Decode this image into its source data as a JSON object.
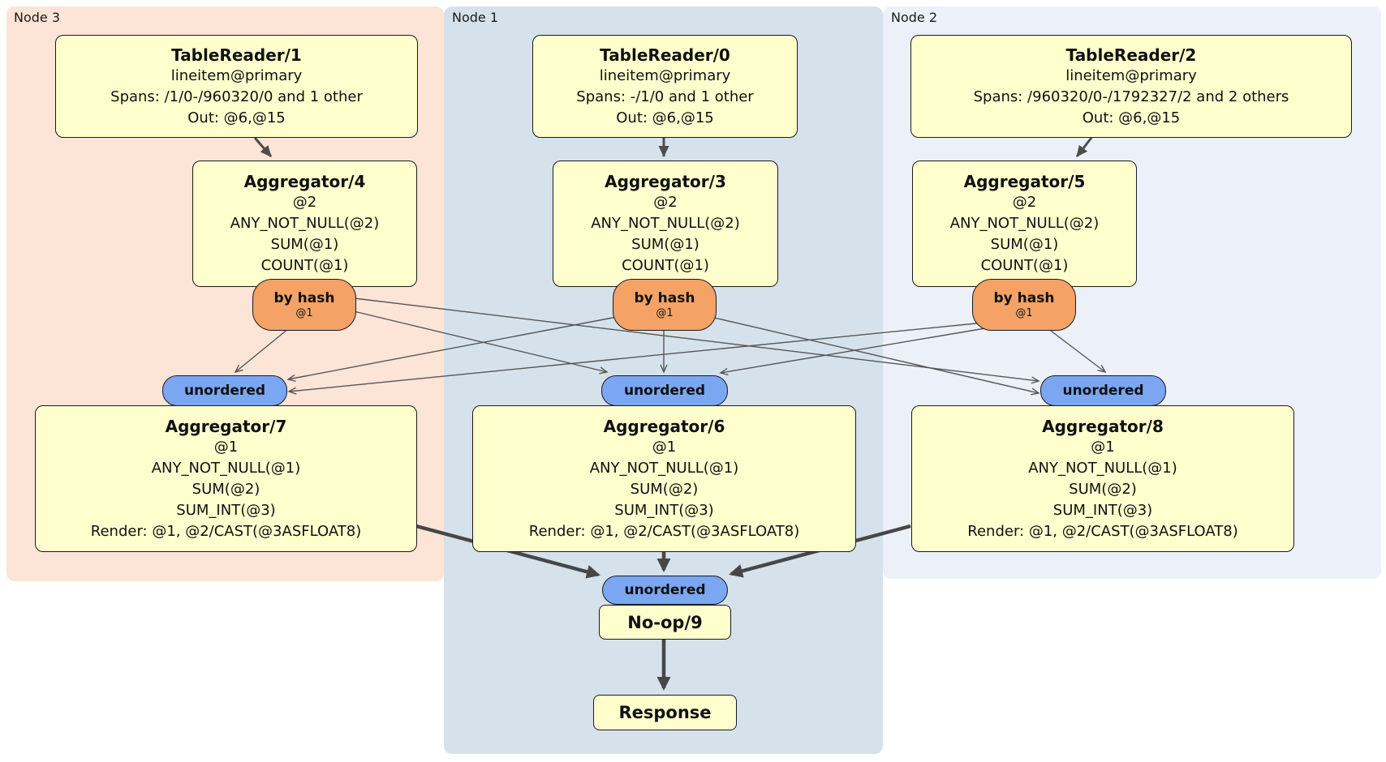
{
  "nodes": [
    {
      "label": "Node 3",
      "tablereader": {
        "title": "TableReader/1",
        "lines": [
          "lineitem@primary",
          "Spans: /1/0-/960320/0 and 1 other",
          "Out: @6,@15"
        ]
      },
      "aggregator_top": {
        "title": "Aggregator/4",
        "lines": [
          "@2",
          "ANY_NOT_NULL(@2)",
          "SUM(@1)",
          "COUNT(@1)"
        ]
      },
      "router": {
        "label": "by hash",
        "detail": "@1"
      },
      "sync": {
        "label": "unordered"
      },
      "aggregator_bottom": {
        "title": "Aggregator/7",
        "lines": [
          "@1",
          "ANY_NOT_NULL(@1)",
          "SUM(@2)",
          "SUM_INT(@3)",
          "Render: @1, @2/CAST(@3ASFLOAT8)"
        ]
      }
    },
    {
      "label": "Node 1",
      "tablereader": {
        "title": "TableReader/0",
        "lines": [
          "lineitem@primary",
          "Spans: -/1/0 and 1 other",
          "Out: @6,@15"
        ]
      },
      "aggregator_top": {
        "title": "Aggregator/3",
        "lines": [
          "@2",
          "ANY_NOT_NULL(@2)",
          "SUM(@1)",
          "COUNT(@1)"
        ]
      },
      "router": {
        "label": "by hash",
        "detail": "@1"
      },
      "sync": {
        "label": "unordered"
      },
      "aggregator_bottom": {
        "title": "Aggregator/6",
        "lines": [
          "@1",
          "ANY_NOT_NULL(@1)",
          "SUM(@2)",
          "SUM_INT(@3)",
          "Render: @1, @2/CAST(@3ASFLOAT8)"
        ]
      }
    },
    {
      "label": "Node 2",
      "tablereader": {
        "title": "TableReader/2",
        "lines": [
          "lineitem@primary",
          "Spans: /960320/0-/1792327/2 and 2 others",
          "Out: @6,@15"
        ]
      },
      "aggregator_top": {
        "title": "Aggregator/5",
        "lines": [
          "@2",
          "ANY_NOT_NULL(@2)",
          "SUM(@1)",
          "COUNT(@1)"
        ]
      },
      "router": {
        "label": "by hash",
        "detail": "@1"
      },
      "sync": {
        "label": "unordered"
      },
      "aggregator_bottom": {
        "title": "Aggregator/8",
        "lines": [
          "@1",
          "ANY_NOT_NULL(@1)",
          "SUM(@2)",
          "SUM_INT(@3)",
          "Render: @1, @2/CAST(@3ASFLOAT8)"
        ]
      }
    }
  ],
  "final": {
    "sync": {
      "label": "unordered"
    },
    "noop": {
      "title": "No-op/9"
    },
    "response": {
      "title": "Response"
    }
  },
  "edges": [
    {
      "from": "TableReader/1",
      "to": "Aggregator/4"
    },
    {
      "from": "TableReader/0",
      "to": "Aggregator/3"
    },
    {
      "from": "TableReader/2",
      "to": "Aggregator/5"
    },
    {
      "from": "Aggregator/4 by hash",
      "to": "unordered Aggregator/7"
    },
    {
      "from": "Aggregator/4 by hash",
      "to": "unordered Aggregator/6"
    },
    {
      "from": "Aggregator/4 by hash",
      "to": "unordered Aggregator/8"
    },
    {
      "from": "Aggregator/3 by hash",
      "to": "unordered Aggregator/7"
    },
    {
      "from": "Aggregator/3 by hash",
      "to": "unordered Aggregator/6"
    },
    {
      "from": "Aggregator/3 by hash",
      "to": "unordered Aggregator/8"
    },
    {
      "from": "Aggregator/5 by hash",
      "to": "unordered Aggregator/7"
    },
    {
      "from": "Aggregator/5 by hash",
      "to": "unordered Aggregator/6"
    },
    {
      "from": "Aggregator/5 by hash",
      "to": "unordered Aggregator/8"
    },
    {
      "from": "Aggregator/7",
      "to": "unordered No-op/9"
    },
    {
      "from": "Aggregator/6",
      "to": "unordered No-op/9"
    },
    {
      "from": "Aggregator/8",
      "to": "unordered No-op/9"
    },
    {
      "from": "No-op/9",
      "to": "Response"
    }
  ],
  "colors": {
    "node3_bg": "#fce4d7",
    "node1_bg": "#d6e2eb",
    "node2_bg": "#ecf1f9",
    "processor_fill": "#ffffce",
    "processor_border": "#1a1a1a",
    "router_fill": "#f4a266",
    "sync_fill": "#7aa6f2",
    "edge_thin": "#555555",
    "edge_thick": "#474747"
  }
}
